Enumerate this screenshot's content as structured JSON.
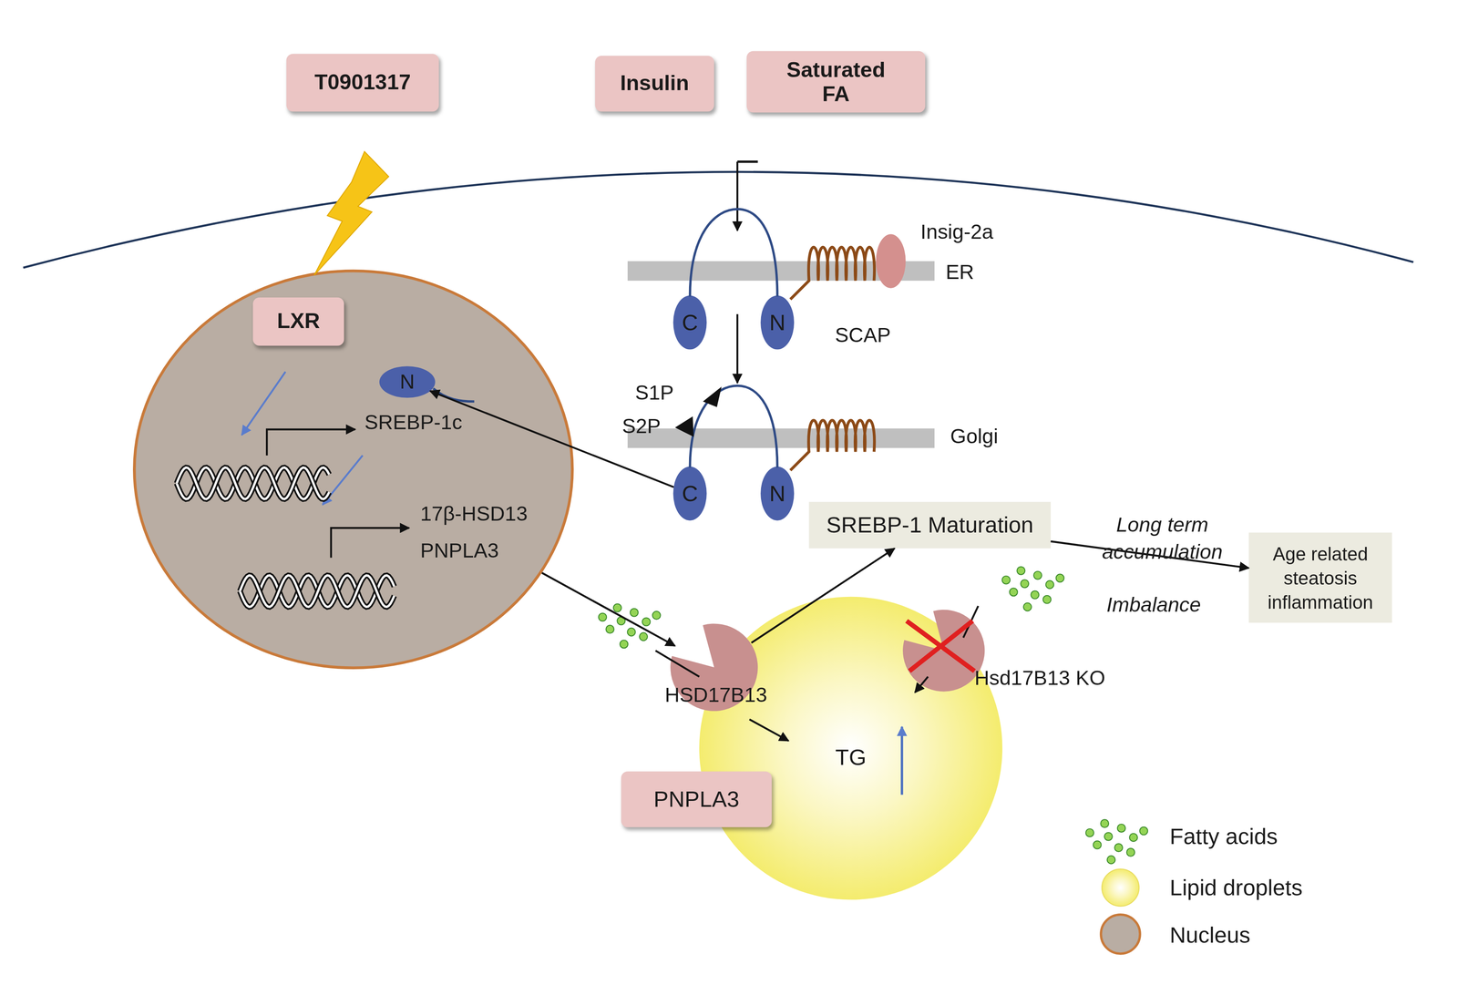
{
  "diagram": {
    "nodes": [
      {
        "text": [
          "T0901317"
        ]
      },
      {
        "text": [
          "Insulin"
        ]
      },
      {
        "text": [
          "Saturated FA"
        ]
      },
      {
        "text": [
          "SREBP-1c",
          "17β-HSD13 PNPLA3"
        ]
      },
      {
        "text": [
          "LXR"
        ],
        "in": 3
      },
      {
        "text": [
          "N"
        ],
        "in": 3
      },
      {
        "text": [
          "C"
        ]
      },
      {
        "text": [
          "N"
        ]
      },
      {
        "text": [
          "C"
        ]
      },
      {
        "text": [
          "N"
        ]
      },
      {
        "text": [
          "SREBP-1 Maturation"
        ]
      },
      {
        "text": [
          "Age related steatosis inflammation"
        ]
      },
      {
        "text": [
          "TG"
        ]
      },
      {
        "text": [
          "PNPLA3"
        ]
      },
      {
        "text": [
          "HSD17B13"
        ]
      },
      {
        "text": [
          "Hsd17B13 KO"
        ]
      }
    ],
    "edges": [
      {
        "from": 3,
        "to": 14,
        "arrow": "to"
      },
      {
        "from": 8,
        "to": 5,
        "arrow": "to"
      },
      {
        "from": 14,
        "to": 10,
        "arrow": "to"
      },
      {
        "from": 10,
        "to": 11,
        "arrow": "to"
      }
    ],
    "labels": [
      "Insig-2a",
      "ER",
      "SCAP",
      "S1P",
      "S2P",
      "Golgi",
      "Long term accumulation",
      "Imbalance"
    ],
    "legend": [
      {
        "text": "Fatty acids"
      },
      {
        "text": "Lipid droplets"
      },
      {
        "text": "Nucleus"
      }
    ]
  }
}
